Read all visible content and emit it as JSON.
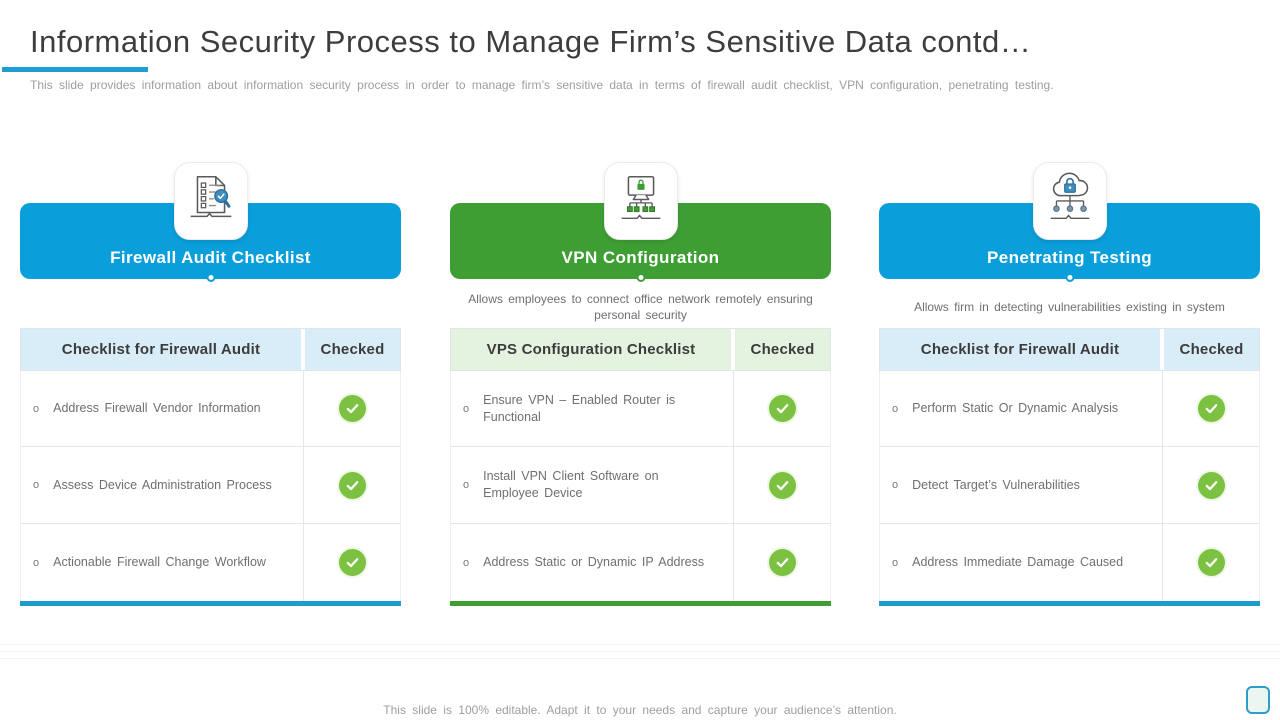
{
  "slide": {
    "title": "Information Security Process to Manage Firm’s Sensitive Data contd…",
    "subtitle": "This slide provides information about information security process in order to manage firm’s sensitive data in terms of firewall audit checklist, VPN configuration, penetrating testing.",
    "footer": "This slide is 100% editable. Adapt it to your needs and capture your audience’s attention."
  },
  "colors": {
    "banner_blue": "#0a9edb",
    "banner_green": "#3e9e34",
    "accent_bar_blue": "#1c9ccf",
    "header_light_blue": "#d9edf8",
    "header_light_green": "#e4f2e0",
    "check_green": "#7cc142"
  },
  "columns": [
    {
      "title": "Firewall Audit Checklist",
      "icon": "checklist-document-icon",
      "accent": "blue",
      "description": "",
      "table": {
        "headers": [
          "Checklist for Firewall Audit",
          "Checked"
        ],
        "rows": [
          {
            "bullet": "o",
            "text": "Address Firewall Vendor Information",
            "checked": true
          },
          {
            "bullet": "o",
            "text": "Assess Device Administration Process",
            "checked": true
          },
          {
            "bullet": "o",
            "text": "Actionable Firewall Change Workflow",
            "checked": true
          }
        ]
      }
    },
    {
      "title": "VPN Configuration",
      "icon": "monitor-lock-network-icon",
      "accent": "green",
      "description": "Allows employees to connect office network remotely ensuring personal security",
      "table": {
        "headers": [
          "VPS Configuration Checklist",
          "Checked"
        ],
        "rows": [
          {
            "bullet": "o",
            "text": "Ensure VPN – Enabled Router is Functional",
            "checked": true
          },
          {
            "bullet": "o",
            "text": "Install VPN Client Software on Employee Device",
            "checked": true
          },
          {
            "bullet": "o",
            "text": "Address Static or Dynamic IP Address",
            "checked": true
          }
        ]
      }
    },
    {
      "title": "Penetrating Testing",
      "icon": "cloud-lock-network-icon",
      "accent": "blue",
      "description": "Allows firm in detecting vulnerabilities  existing in system",
      "table": {
        "headers": [
          "Checklist for Firewall Audit",
          "Checked"
        ],
        "rows": [
          {
            "bullet": "o",
            "text": "Perform Static Or Dynamic Analysis",
            "checked": true
          },
          {
            "bullet": "o",
            "text": "Detect Target’s Vulnerabilities",
            "checked": true
          },
          {
            "bullet": "o",
            "text": "Address Immediate Damage Caused",
            "checked": true
          }
        ]
      }
    }
  ]
}
